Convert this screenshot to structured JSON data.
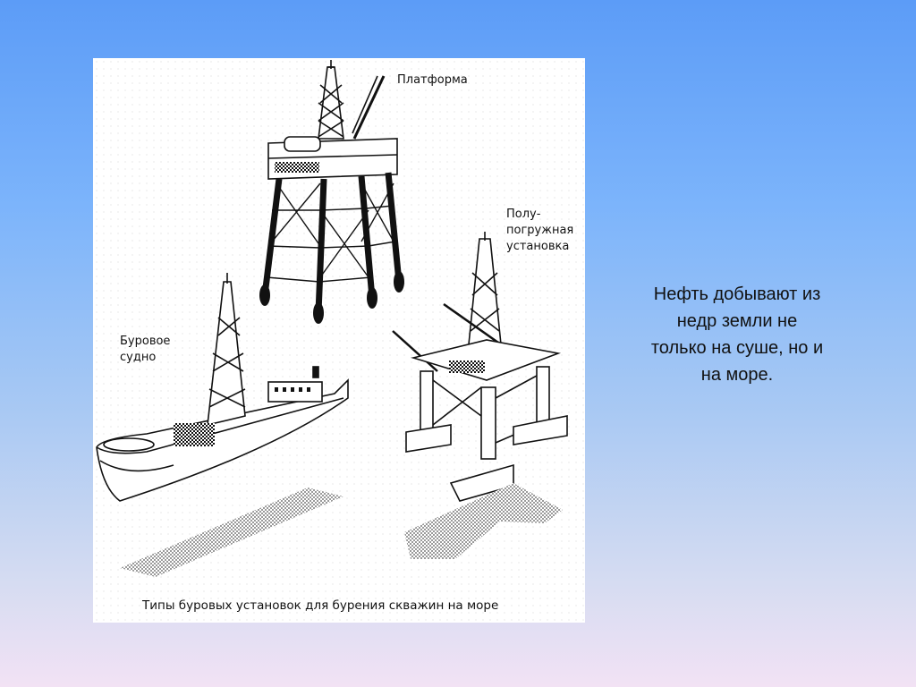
{
  "figure": {
    "label_platform": "Платформа",
    "label_semisub": "Полу-\nпогружная\nустановка",
    "label_ship": "Буровое\nсудно",
    "caption": "Типы буровых установок для бурения скважин на море"
  },
  "body_text": "Нефть добывают из недр земли не только на суше, но и на море."
}
